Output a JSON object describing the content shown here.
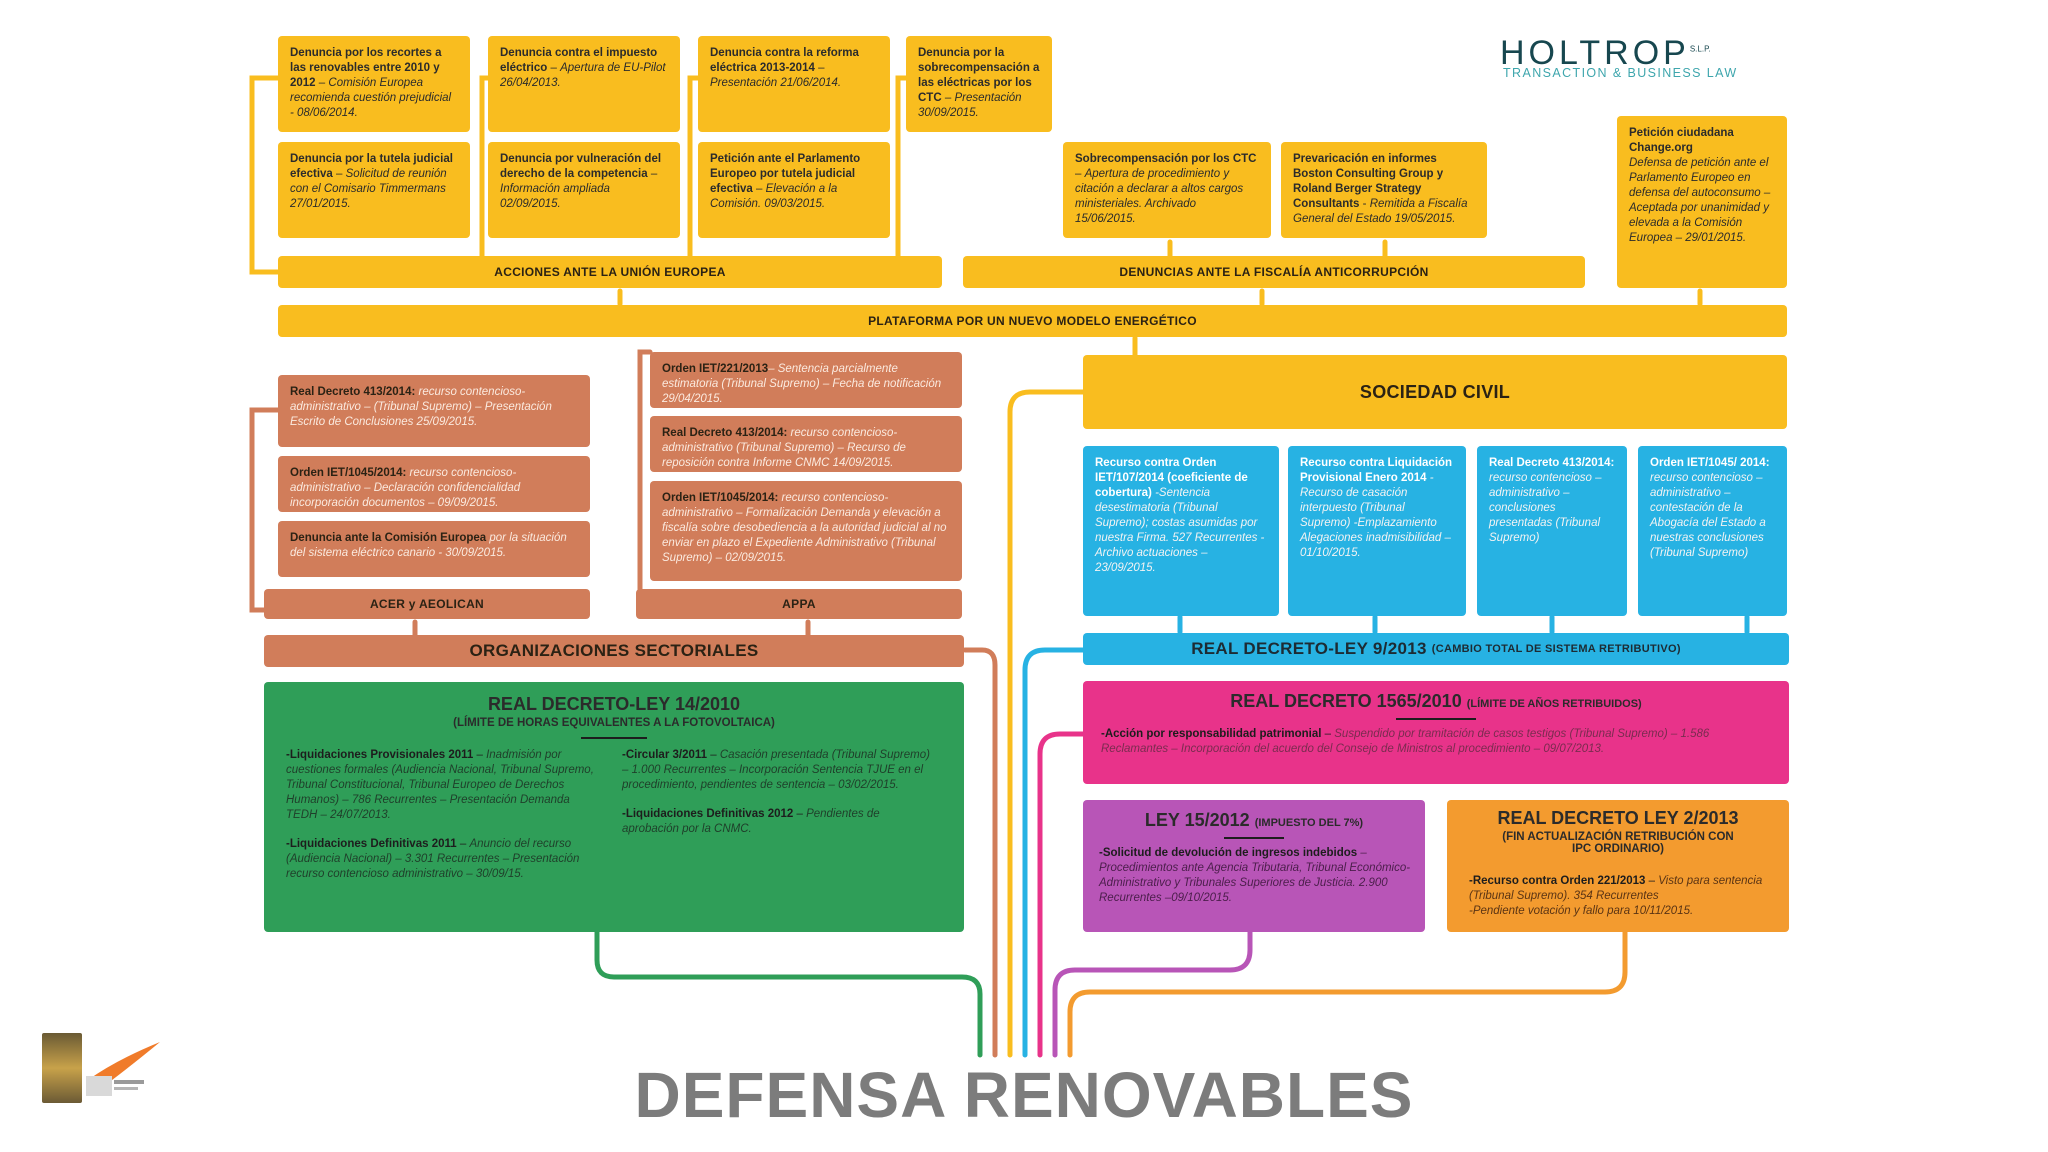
{
  "logo": {
    "main": "HOLTROP",
    "sup": "S.L.P.",
    "tagline": "TRANSACTION & BUSINESS LAW"
  },
  "footer": {
    "title": "DEFENSA RENOVABLES"
  },
  "eu": {
    "label": "ACCIONES ANTE LA UNIÓN EUROPEA",
    "cards": [
      {
        "bold": "Denuncia por los recortes a las renovables entre 2010 y 2012",
        "sep": " – ",
        "italic": "Comisión Europea recomienda cuestión prejudicial - 08/06/2014."
      },
      {
        "bold": "Denuncia contra el impuesto eléctrico",
        "sep": " – ",
        "italic": "Apertura de EU-Pilot 26/04/2013."
      },
      {
        "bold": "Denuncia contra la reforma eléctrica 2013-2014",
        "sep": " – ",
        "italic": "Presentación 21/06/2014."
      },
      {
        "bold": "Denuncia por la sobrecompensación a las eléctricas por los CTC",
        "sep": " – ",
        "italic": "Presentación 30/09/2015."
      },
      {
        "bold": "Denuncia por la tutela judicial efectiva",
        "sep": " – ",
        "italic": "Solicitud de reunión con el Comisario Timmermans 27/01/2015."
      },
      {
        "bold": "Denuncia por vulneración del derecho de la competencia",
        "sep": " – ",
        "italic": "Información ampliada 02/09/2015."
      },
      {
        "bold": "Petición ante el Parlamento Europeo por tutela judicial efectiva",
        "sep": " – ",
        "italic": "Elevación a la Comisión. 09/03/2015."
      }
    ]
  },
  "fiscalia": {
    "label": "DENUNCIAS ANTE LA FISCALÍA ANTICORRUPCIÓN",
    "cards": [
      {
        "bold": "Sobrecompensación por los CTC",
        "sep": " – ",
        "italic": "Apertura de procedimiento y citación a declarar a altos cargos ministeriales. Archivado 15/06/2015."
      },
      {
        "bold": "Prevaricación en informes Boston Consulting Group y Roland Berger Strategy Consultants",
        "sep": " - ",
        "italic": "Remitida a Fiscalía General del Estado 19/05/2015."
      }
    ]
  },
  "peticion": {
    "bold": "Petición ciudadana Change.org",
    "italic": "Defensa de petición ante el Parlamento Europeo en defensa del autoconsumo – Aceptada por unanimidad y elevada a la Comisión Europea – 29/01/2015."
  },
  "plataforma": {
    "label": "PLATAFORMA POR UN NUEVO MODELO ENERGÉTICO"
  },
  "sociedad": {
    "label": "SOCIEDAD CIVIL"
  },
  "acer": {
    "label": "ACER y AEOLICAN",
    "cards": [
      {
        "bold": "Real Decreto 413/2014:",
        "italic": " recurso contencioso-administrativo – (Tribunal Supremo) – Presentación Escrito de Conclusiones 25/09/2015."
      },
      {
        "bold": "Orden IET/1045/2014:",
        "italic": " recurso contencioso-administrativo – Declaración confidencialidad incorporación documentos – 09/09/2015."
      },
      {
        "bold": "Denuncia ante la Comisión Europea",
        "italic": " por la situación del sistema eléctrico canario - 30/09/2015."
      }
    ]
  },
  "appa": {
    "label": "APPA",
    "cards": [
      {
        "bold": "Orden IET/221/2013",
        "italic": "– Sentencia parcialmente estimatoria (Tribunal Supremo) – Fecha de notificación 29/04/2015."
      },
      {
        "bold": "Real Decreto 413/2014:",
        "italic": " recurso contencioso-administrativo (Tribunal Supremo) – Recurso de reposición contra Informe CNMC 14/09/2015."
      },
      {
        "bold": "Orden IET/1045/2014:",
        "italic": " recurso contencioso-administrativo – Formalización Demanda y elevación a fiscalía sobre desobediencia a la autoridad judicial al no enviar en plazo el Expediente Administrativo (Tribunal Supremo) – 02/09/2015."
      }
    ]
  },
  "sectoriales": {
    "label": "ORGANIZACIONES SECTORIALES"
  },
  "civil_cards": [
    {
      "bold": "Recurso contra Orden IET/107/2014 (coeficiente de cobertura)",
      "italic": " -Sentencia desestimatoria (Tribunal Supremo); costas asumidas por nuestra Firma. 527 Recurrentes - Archivo actuaciones – 23/09/2015."
    },
    {
      "bold": "Recurso contra Liquidación Provisional Enero 2014",
      "italic": " -Recurso de casación interpuesto (Tribunal Supremo) -Emplazamiento Alegaciones inadmisibilidad – 01/10/2015."
    },
    {
      "bold": "Real Decreto 413/2014:",
      "italic": " recurso contencioso – administrativo – conclusiones presentadas (Tribunal Supremo)"
    },
    {
      "bold": "Orden IET/1045/ 2014:",
      "italic": " recurso contencioso – administrativo – contestación de la Abogacía del Estado a nuestras conclusiones (Tribunal Supremo)"
    }
  ],
  "rdl9": {
    "title": "REAL DECRETO-LEY 9/2013",
    "subtitle": "(CAMBIO TOTAL DE SISTEMA RETRIBUTIVO)"
  },
  "rd1565": {
    "title": "REAL DECRETO 1565/2010",
    "subtitle": "(LÍMITE DE AÑOS RETRIBUIDOS)",
    "bold": "-Acción por responsabilidad patrimonial",
    "sep": " – ",
    "italic": "Suspendido por tramitación de casos testigos (Tribunal Supremo) – 1.586 Reclamantes – Incorporación del acuerdo del Consejo de Ministros al procedimiento – 09/07/2013."
  },
  "rdl14": {
    "title": "REAL DECRETO-LEY 14/2010",
    "subtitle": "(LÍMITE DE HORAS EQUIVALENTES A LA FOTOVOLTAICA)",
    "items": [
      {
        "bold": "-Liquidaciones Provisionales 2011",
        "sep": " – ",
        "italic": "Inadmisión por cuestiones formales (Audiencia Nacional, Tribunal Supremo, Tribunal Constitucional, Tribunal Europeo de Derechos Humanos) – 786 Recurrentes – Presentación Demanda TEDH – 24/07/2013."
      },
      {
        "bold": "-Liquidaciones Definitivas 2011",
        "sep": " – ",
        "italic": "Anuncio del recurso (Audiencia Nacional) – 3.301 Recurrentes – Presentación recurso contencioso administrativo – 30/09/15."
      },
      {
        "bold": "-Circular 3/2011",
        "sep": " – ",
        "italic": "Casación presentada (Tribunal Supremo) – 1.000 Recurrentes – Incorporación Sentencia TJUE en el procedimiento, pendientes de sentencia – 03/02/2015."
      },
      {
        "bold": "-Liquidaciones Definitivas 2012",
        "sep": " – ",
        "italic": "Pendientes de aprobación por la CNMC."
      }
    ]
  },
  "ley15": {
    "title": "LEY 15/2012",
    "subtitle": "(IMPUESTO DEL 7%)",
    "bold": "-Solicitud de devolución de ingresos indebidos",
    "italic": " – Procedimientos ante Agencia Tributaria, Tribunal Económico-Administrativo y Tribunales Superiores de Justicia. 2.900 Recurrentes –09/10/2015."
  },
  "rdl2": {
    "title": "REAL DECRETO LEY 2/2013",
    "subtitle": "(FIN ACTUALIZACIÓN RETRIBUCIÓN CON IPC ORDINARIO)",
    "items": [
      {
        "bold": "-Recurso contra Orden 221/2013",
        "sep": " – ",
        "italic": "Visto para sentencia (Tribunal Supremo). 354 Recurrentes"
      },
      {
        "bold": "",
        "sep": "",
        "italic": "-Pendiente votación y fallo para 10/11/2015."
      }
    ]
  },
  "colors": {
    "yellow": "#f9bd1f",
    "salmon": "#d17d5a",
    "cyan": "#27b2e3",
    "green": "#2f9e58",
    "pink": "#e8338a",
    "purple": "#b855b7",
    "orange": "#f39b2f"
  }
}
